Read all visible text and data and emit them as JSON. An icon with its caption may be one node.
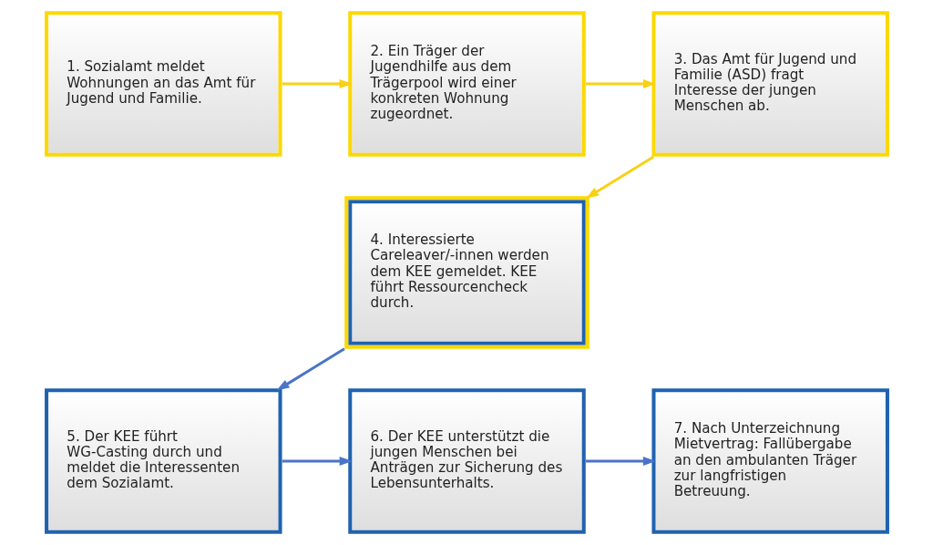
{
  "diagram": {
    "nodes": [
      {
        "text": [
          "1. Sozialamt meldet Wohnungen an das Amt für Jugend und Familie."
        ]
      },
      {
        "text": [
          "2. Ein Träger der Jugendhilfe aus dem Trägerpool wird einer konkreten Wohnung zugeordnet."
        ]
      },
      {
        "text": [
          "3. Das Amt für Jugend und Familie (ASD) fragt Interesse der jungen Menschen ab."
        ]
      },
      {
        "text": [
          "4. Interessierte Careleaver/-innen werden dem KEE gemeldet. KEE führt Ressourcencheck durch."
        ]
      },
      {
        "text": [
          "5. Der KEE führt WG-Casting durch und meldet die Interessenten dem Sozialamt."
        ]
      },
      {
        "text": [
          "6. Der KEE unterstützt die jungen Menschen bei Anträgen zur Sicherung des Lebensunterhalts."
        ]
      },
      {
        "text": [
          "7. Nach Unterzeichnung Mietvertrag: Fallübergabe an den ambulanten Träger zur langfristigen Betreuung."
        ]
      }
    ],
    "edges": [
      {
        "from": 0,
        "to": 1,
        "arrow": "to",
        "color": "#f7d117"
      },
      {
        "from": 1,
        "to": 2,
        "arrow": "to",
        "color": "#f7d117"
      },
      {
        "from": 2,
        "to": 3,
        "arrow": "to",
        "color": "#f7d117"
      },
      {
        "from": 3,
        "to": 4,
        "arrow": "to",
        "color": "#4a74c9"
      },
      {
        "from": 4,
        "to": 5,
        "arrow": "to",
        "color": "#4a74c9"
      },
      {
        "from": 5,
        "to": 6,
        "arrow": "to",
        "color": "#4a74c9"
      }
    ]
  }
}
